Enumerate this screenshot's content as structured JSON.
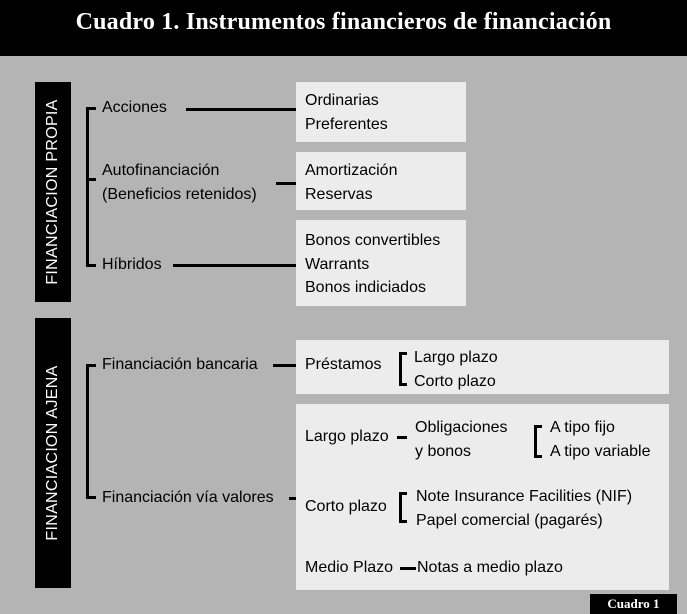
{
  "title": "Cuadro 1. Instrumentos financieros de financiación",
  "footer_label": "Cuadro 1",
  "propia": {
    "label": "FINANCIACION PROPIA",
    "acciones": {
      "label": "Acciones",
      "items": [
        "Ordinarias",
        "Preferentes"
      ]
    },
    "autofin": {
      "label_line1": "Autofinanciación",
      "label_line2": "(Beneficios retenidos)",
      "items": [
        "Amortización",
        "Reservas"
      ]
    },
    "hibridos": {
      "label": "Híbridos",
      "items": [
        "Bonos convertibles",
        "Warrants",
        "Bonos indiciados"
      ]
    }
  },
  "ajena": {
    "label": "FINANCIACION  AJENA",
    "bancaria": {
      "label": "Financiación bancaria",
      "prestamos": "Préstamos",
      "items": [
        "Largo plazo",
        "Corto plazo"
      ]
    },
    "valores": {
      "label": "Financiación vía valores",
      "largo": {
        "label": "Largo plazo",
        "oblig_line1": "Obligaciones",
        "oblig_line2": "y bonos",
        "items": [
          "A tipo fijo",
          "A tipo variable"
        ]
      },
      "corto": {
        "label": "Corto plazo",
        "items": [
          "Note Insurance Facilities (NIF)",
          "Papel comercial (pagarés)"
        ]
      },
      "medio": {
        "label": "Medio Plazo",
        "item": "Notas a medio plazo"
      }
    }
  }
}
